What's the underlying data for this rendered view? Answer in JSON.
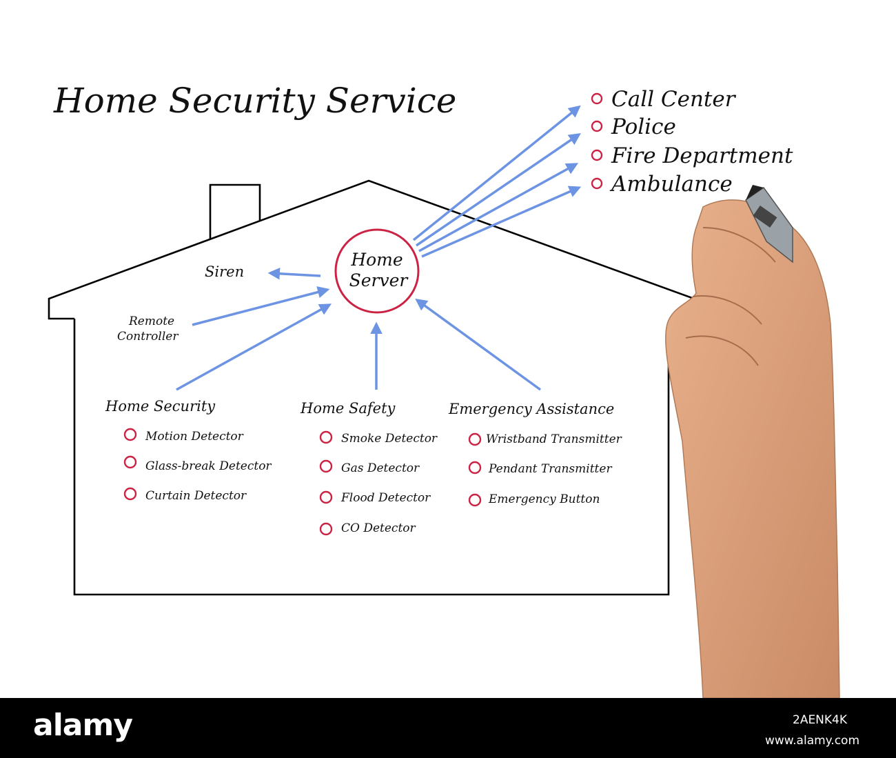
{
  "diagram": {
    "title": "Home Security Service",
    "server_line1": "Home",
    "server_line2": "Server",
    "siren": "Siren",
    "remote_line1": "Remote",
    "remote_line2": "Controller",
    "outputs": [
      "Call Center",
      "Police",
      "Fire Department",
      "Ambulance"
    ],
    "groups": [
      {
        "heading": "Home Security",
        "items": [
          "Motion Detector",
          "Glass-break Detector",
          "Curtain Detector"
        ]
      },
      {
        "heading": "Home Safety",
        "items": [
          "Smoke Detector",
          "Gas Detector",
          "Flood Detector",
          "CO Detector"
        ]
      },
      {
        "heading": "Emergency Assistance",
        "items": [
          "Wristband Transmitter",
          "Pendant Transmitter",
          "Emergency Button"
        ]
      }
    ],
    "colors": {
      "arrow": "#6d93e3",
      "bullet": "#cc2244",
      "outline": "#000000"
    }
  },
  "banner": {
    "logo": "alamy",
    "image_code": "2AENK4K",
    "url": "www.alamy.com"
  }
}
